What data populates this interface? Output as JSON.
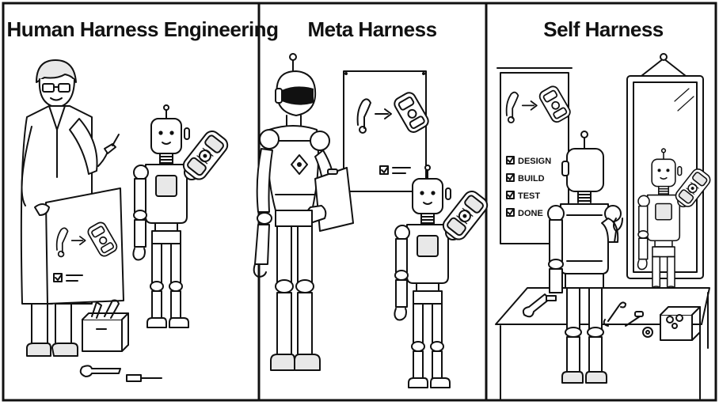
{
  "panels": [
    {
      "title": "Human Harness Engineering"
    },
    {
      "title": "Meta Harness"
    },
    {
      "title": "Self Harness"
    }
  ],
  "checklist": [
    "DESIGN",
    "BUILD",
    "TEST",
    "DONE"
  ]
}
